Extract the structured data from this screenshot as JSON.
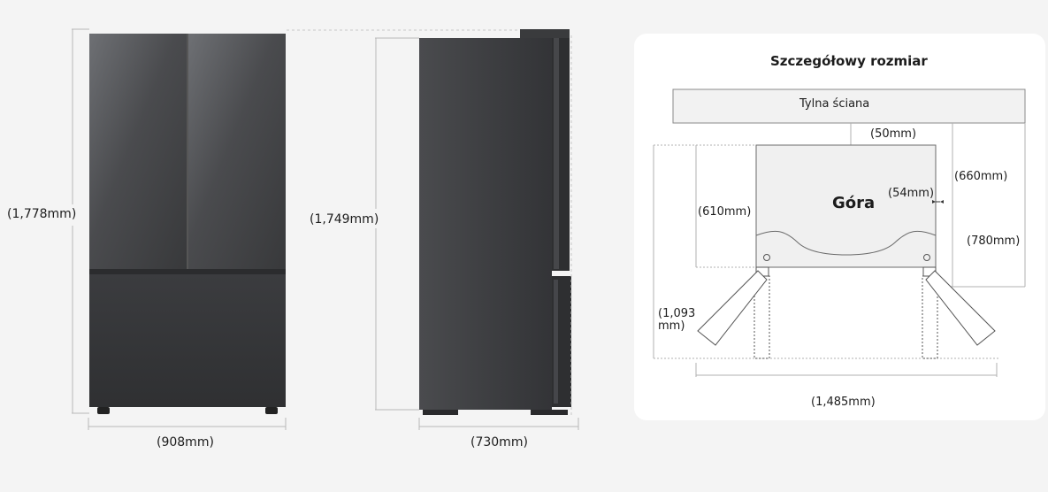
{
  "front_view": {
    "height": "(1,778mm)",
    "width": "(908mm)"
  },
  "side_view": {
    "height": "(1,749mm)",
    "depth": "(730mm)"
  },
  "detail": {
    "title": "Szczegółowy rozmiar",
    "wall": "Tylna ściana",
    "top": "Góra",
    "gap_back": "(50mm)",
    "gap_side": "(54mm)",
    "depth_body": "(610mm)",
    "depth_total": "(660mm)",
    "depth_door_open": "(780mm)",
    "depth_door_swing": "(1,093\nmm)",
    "width_doors_open": "(1,485mm)"
  },
  "colors": {
    "background": "#f4f4f4",
    "card": "#ffffff",
    "appliance": "#353638",
    "wall_fill": "#f2f2f2",
    "body_fill": "#f0f0f0"
  }
}
